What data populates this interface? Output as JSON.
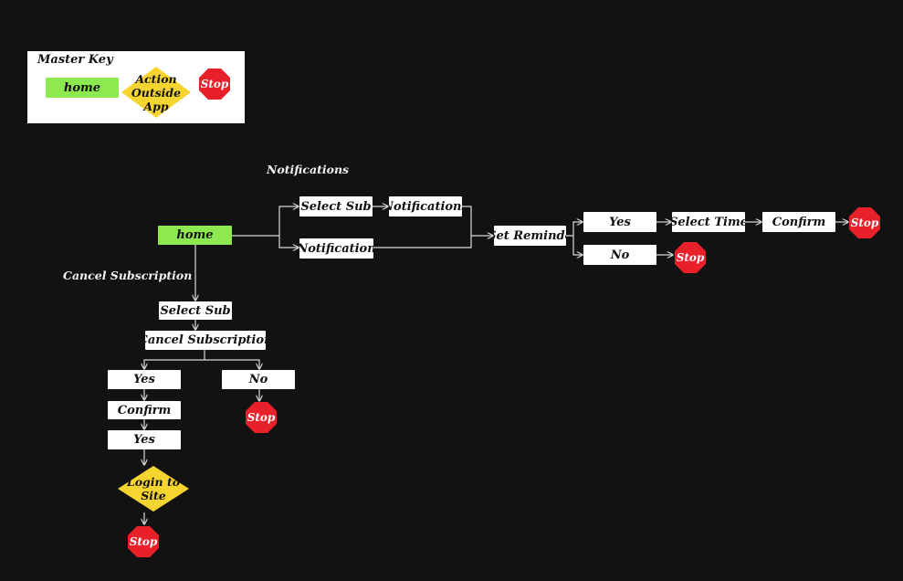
{
  "legend": {
    "title": "Master Key",
    "home_label": "home",
    "action_label": "Action\nOutside\nApp",
    "stop_label": "Stop"
  },
  "section_labels": {
    "notifications": "Notifications",
    "cancel_subscription": "Cancel Subscription"
  },
  "nodes": {
    "home": "home",
    "notif_select_sub": "Select Sub",
    "notif_notifications": "Notifications",
    "notif_notification": "Notification",
    "set_reminder": "Set Reminde",
    "reminder_yes": "Yes",
    "reminder_no": "No",
    "select_time": "Select Time",
    "reminder_confirm": "Confirm",
    "stop_label": "Stop",
    "cancel_select_sub": "Select  Sub",
    "cancel_subscription": "Cancel Subscription",
    "cancel_yes": "Yes",
    "cancel_no": "No",
    "cancel_confirm": "Confirm",
    "cancel_yes_2": "Yes",
    "login_to_site": "Login to\nSite"
  },
  "colors": {
    "background": "#121212",
    "process_box": "#ffffff",
    "start_box": "#8ee84f",
    "decision": "#f7d530",
    "stop": "#e8202a",
    "connector": "#d9d9d9"
  }
}
